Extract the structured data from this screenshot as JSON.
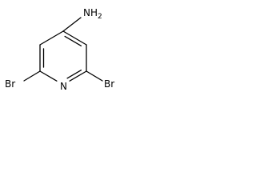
{
  "molecule": {
    "atoms": {
      "amine": {
        "main": "NH",
        "sub": "2"
      },
      "bromo_left": "Br",
      "bromo_right": "Br",
      "ring_nitrogen": "N"
    },
    "colors": {
      "bond": "#000000",
      "text": "#000000",
      "background": "#ffffff"
    }
  }
}
